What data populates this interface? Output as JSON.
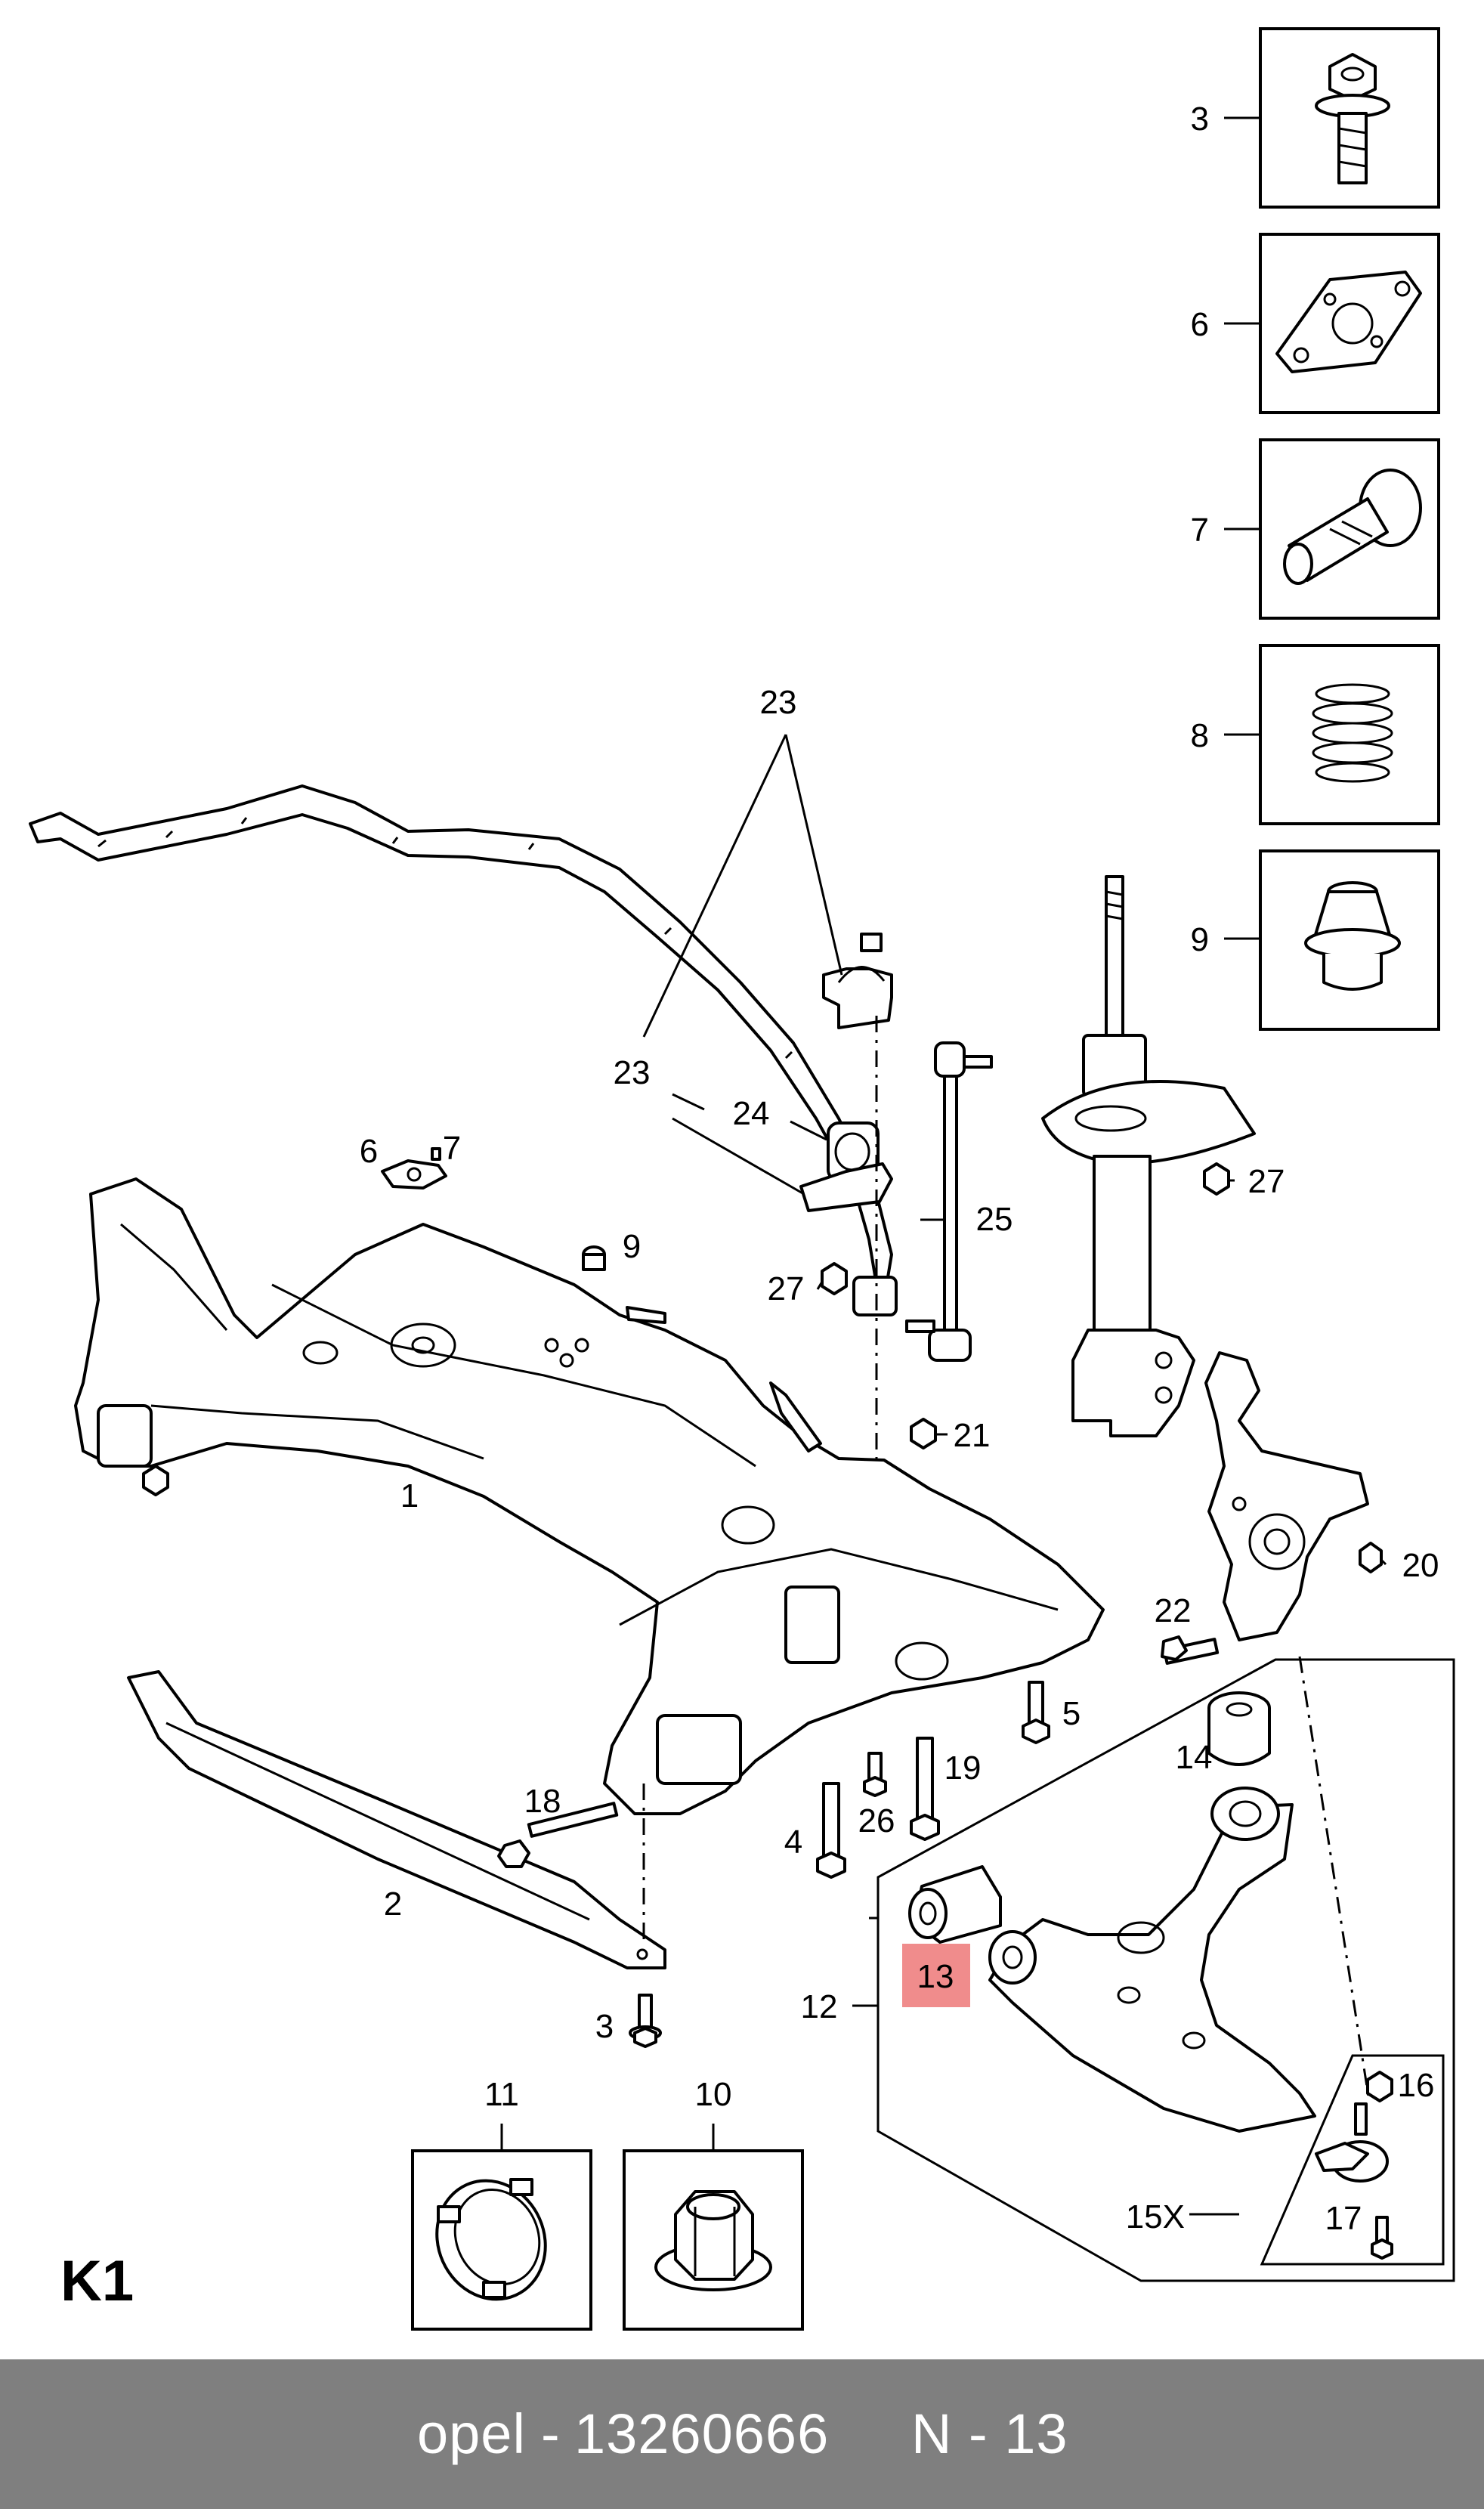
{
  "page_code": "K1",
  "highlight_color": "#f08c8c",
  "footer": {
    "brand": "opel",
    "part_number": "13260666",
    "position": "N - 13"
  },
  "callouts": {
    "c1": "1",
    "c2": "2",
    "c3": "3",
    "c4": "4",
    "c5": "5",
    "c6": "6",
    "c7": "7",
    "c8": "8",
    "c9": "9",
    "c10": "10",
    "c11": "11",
    "c12": "12",
    "c13": "13",
    "c14": "14",
    "c15": "15X",
    "c16": "16",
    "c17": "17",
    "c18": "18",
    "c19": "19",
    "c20": "20",
    "c21": "21",
    "c22": "22",
    "c23": "23",
    "c24": "24",
    "c25": "25",
    "c26": "26",
    "c27": "27"
  }
}
